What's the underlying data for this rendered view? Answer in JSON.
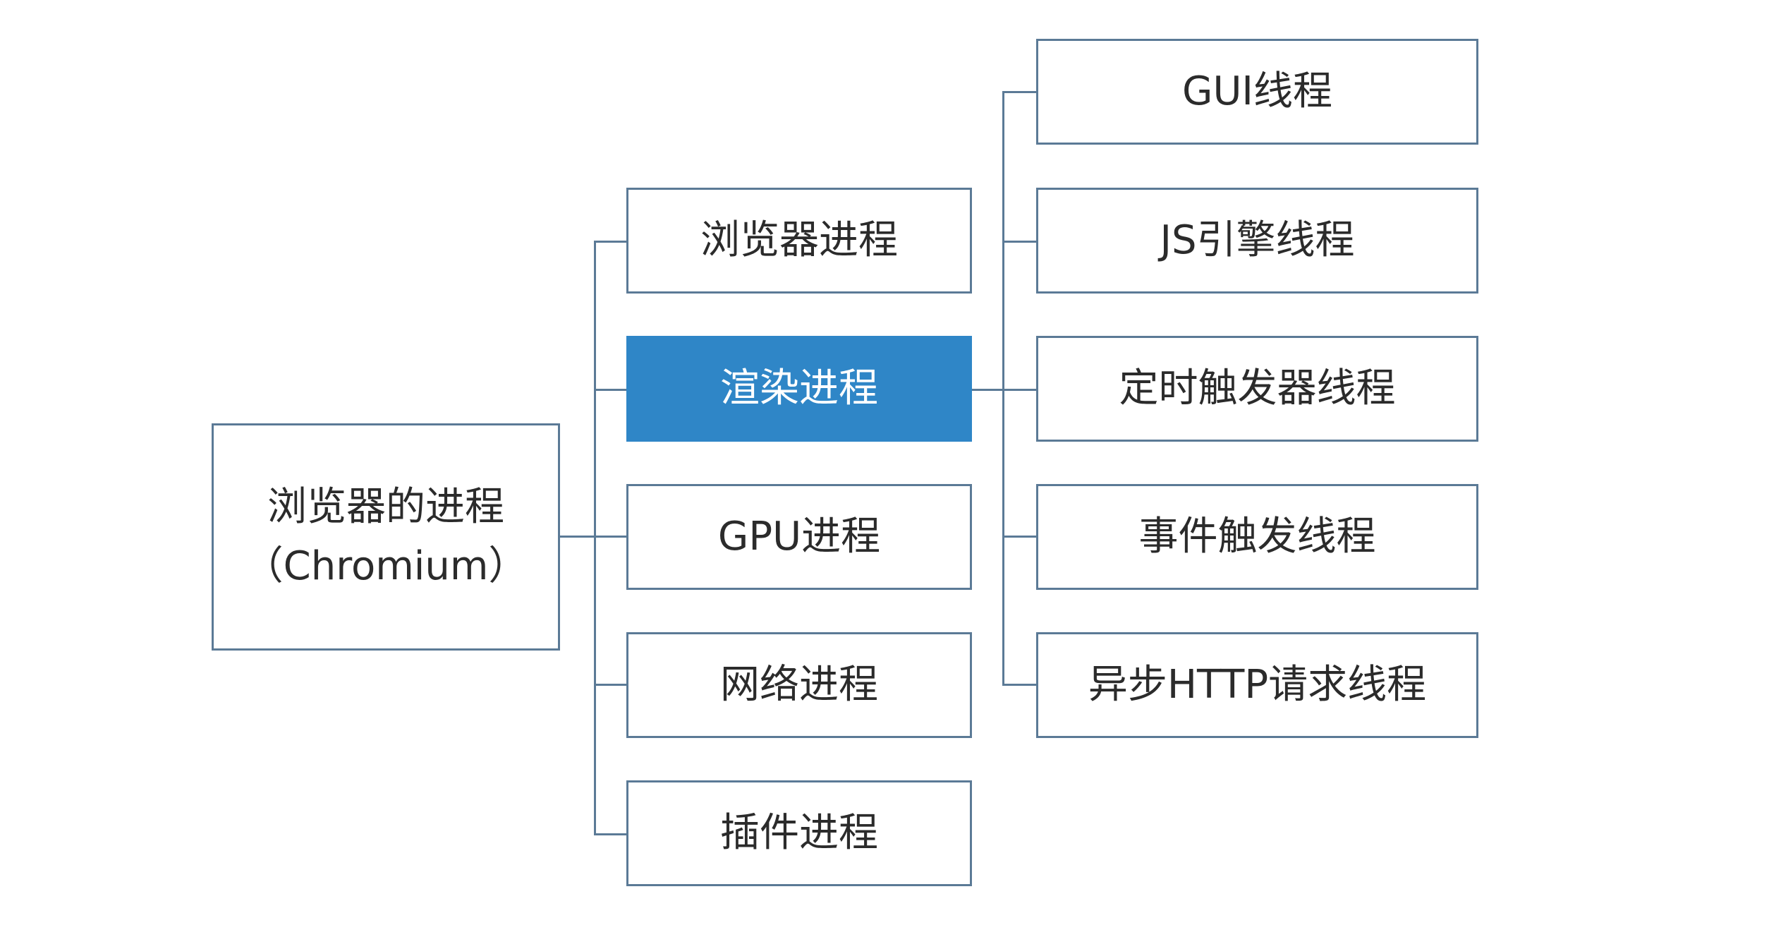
{
  "root": {
    "line1": "浏览器的进程",
    "line2": "（Chromium）"
  },
  "processes": [
    {
      "label": "浏览器进程",
      "highlighted": false
    },
    {
      "label": "渲染进程",
      "highlighted": true
    },
    {
      "label": "GPU进程",
      "highlighted": false
    },
    {
      "label": "网络进程",
      "highlighted": false
    },
    {
      "label": "插件进程",
      "highlighted": false
    }
  ],
  "threads": [
    {
      "label": "GUI线程"
    },
    {
      "label": "JS引擎线程"
    },
    {
      "label": "定时触发器线程"
    },
    {
      "label": "事件触发线程"
    },
    {
      "label": "异步HTTP请求线程"
    }
  ],
  "colors": {
    "border": "#5b7a96",
    "highlight_fill": "#2f86c7",
    "text": "#2b2b2b"
  }
}
